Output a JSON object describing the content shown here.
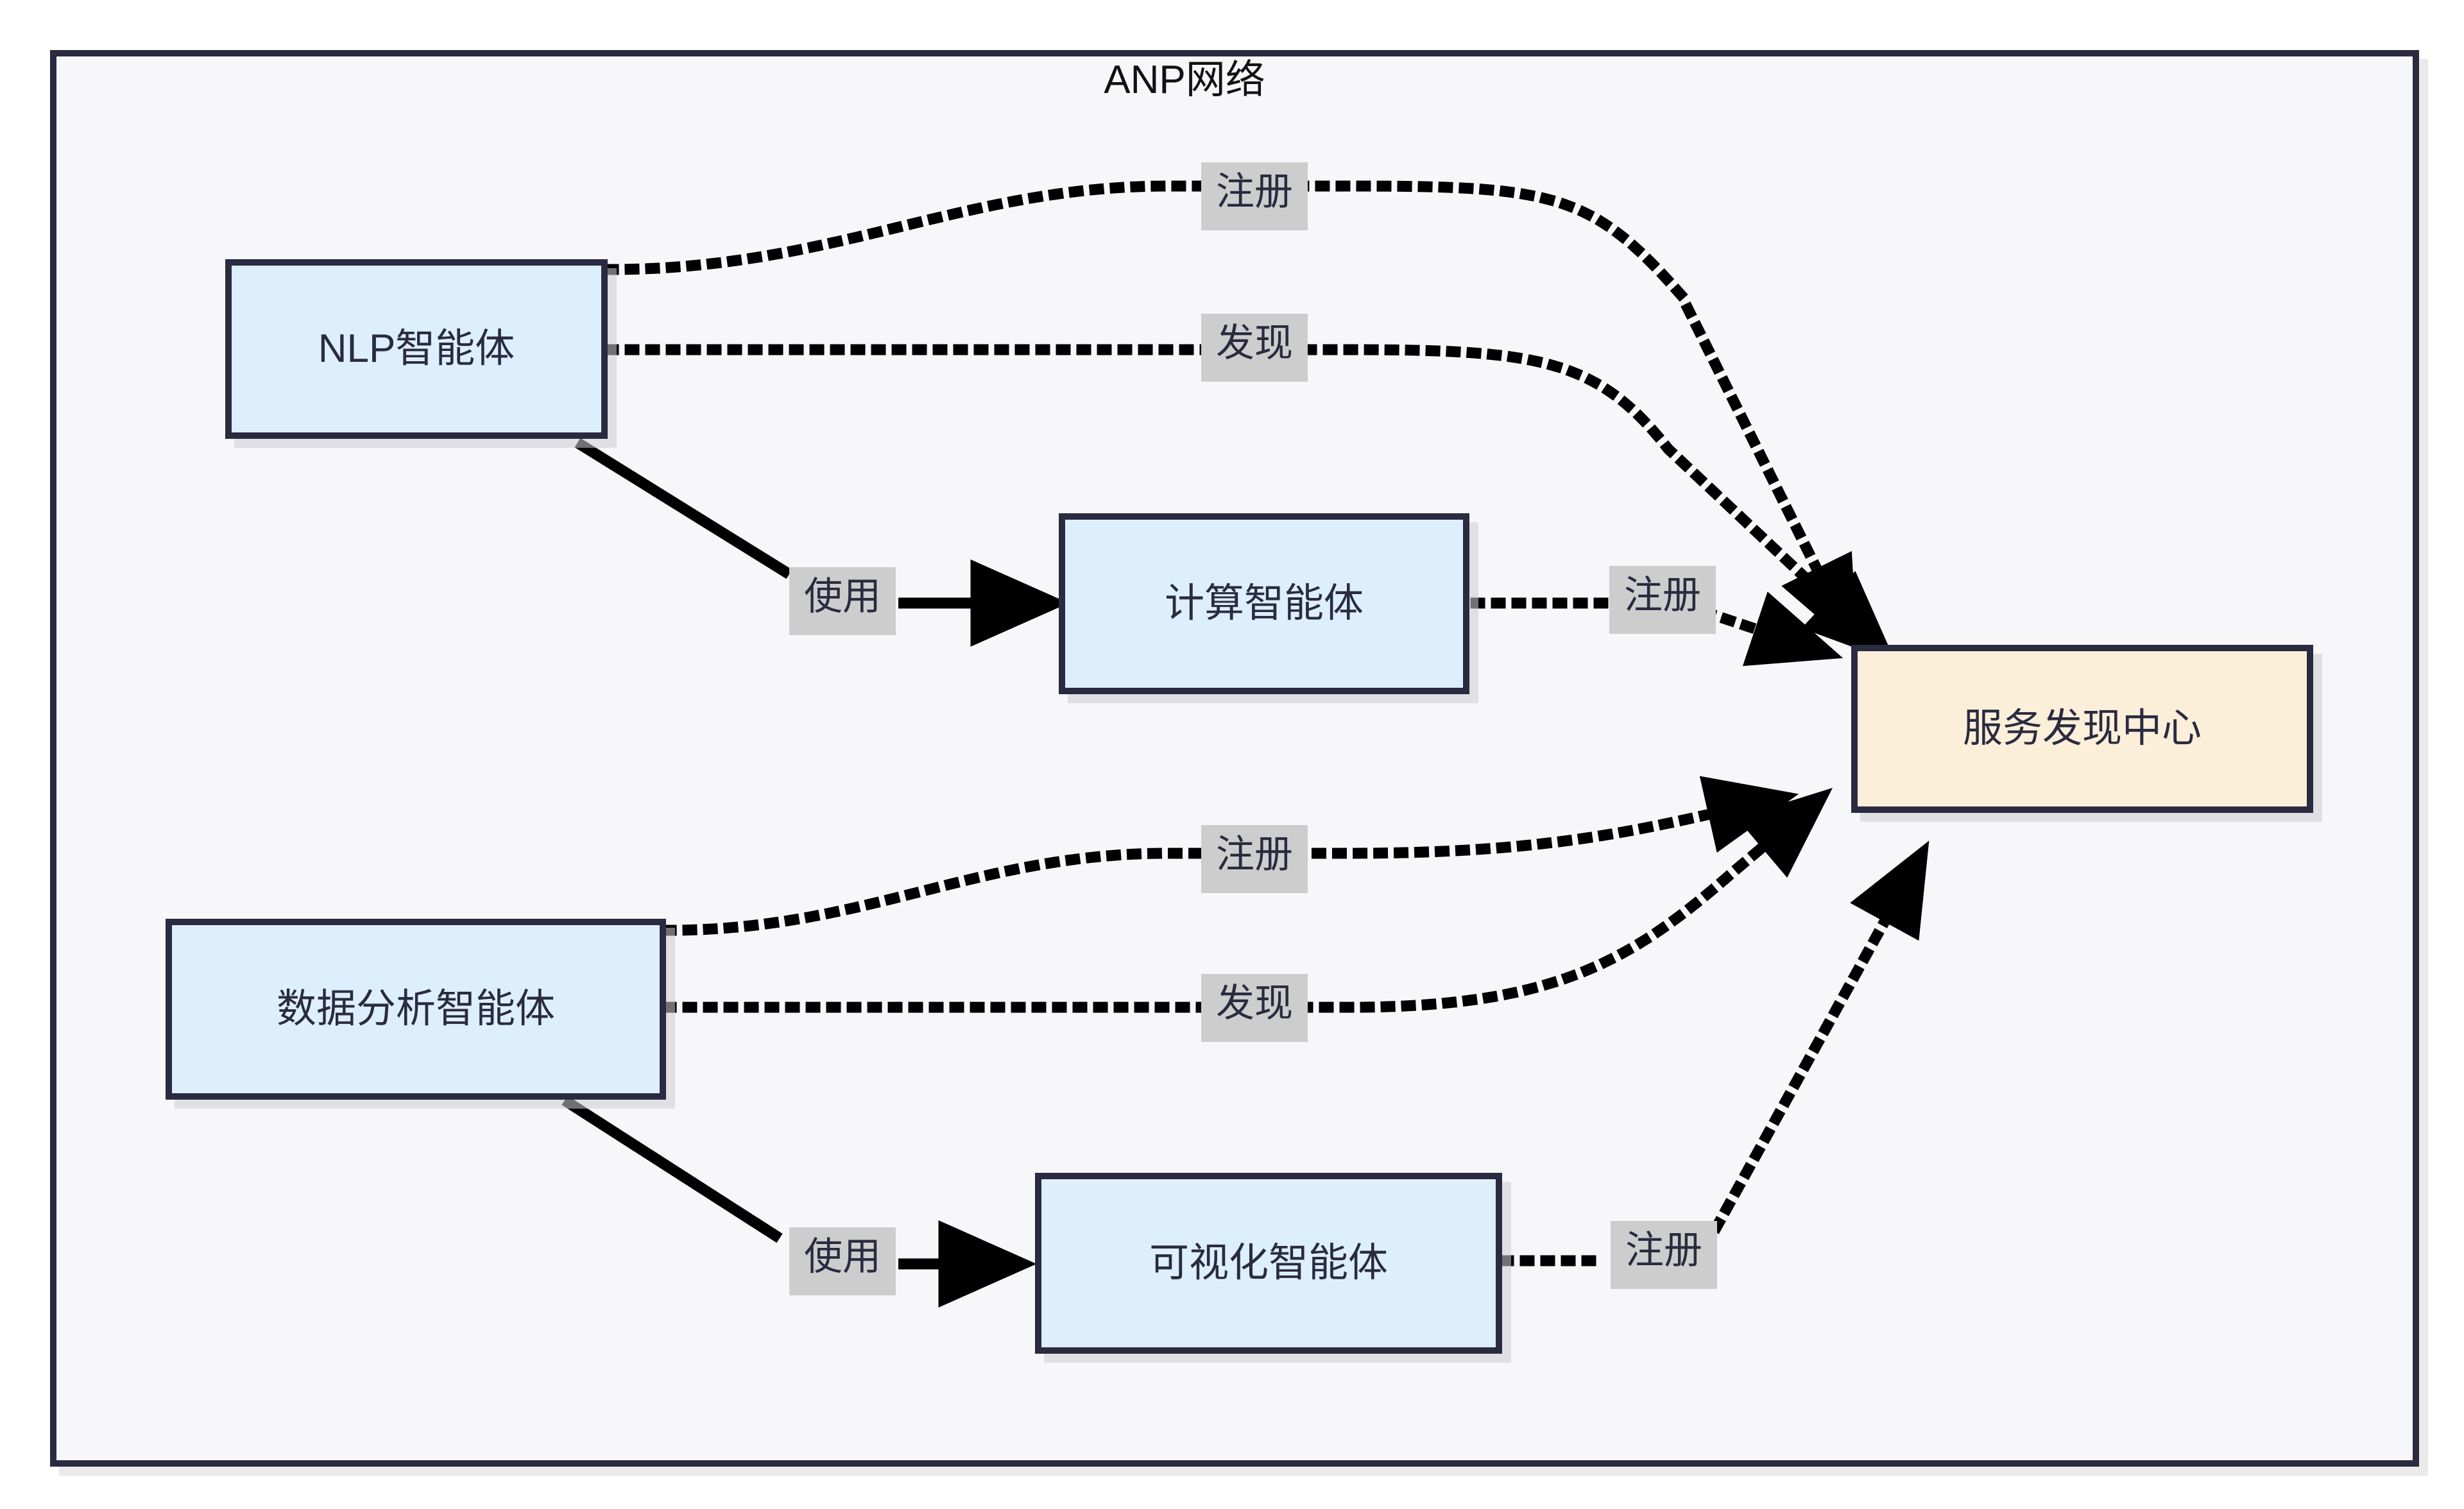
{
  "diagram": {
    "title": "ANP网络",
    "type": "flowchart",
    "colors": {
      "frame_border": "#2a2b40",
      "frame_background": "#f7f7fa",
      "agent_fill": "#ddeffc",
      "registry_fill": "#fcefda",
      "node_border": "#2a2b40",
      "edge_stroke": "#000000",
      "label_background": "#cdcdcd",
      "text": "#2a2b40"
    },
    "nodes": [
      {
        "id": "nlp",
        "label": "NLP智能体",
        "kind": "agent"
      },
      {
        "id": "compute",
        "label": "计算智能体",
        "kind": "agent"
      },
      {
        "id": "analytics",
        "label": "数据分析智能体",
        "kind": "agent"
      },
      {
        "id": "viz",
        "label": "可视化智能体",
        "kind": "agent"
      },
      {
        "id": "registry",
        "label": "服务发现中心",
        "kind": "registry"
      }
    ],
    "edges": [
      {
        "from": "nlp",
        "to": "registry",
        "label": "注册",
        "style": "dotted"
      },
      {
        "from": "nlp",
        "to": "registry",
        "label": "发现",
        "style": "dotted"
      },
      {
        "from": "nlp",
        "to": "compute",
        "label": "使用",
        "style": "solid"
      },
      {
        "from": "compute",
        "to": "registry",
        "label": "注册",
        "style": "dotted"
      },
      {
        "from": "analytics",
        "to": "registry",
        "label": "注册",
        "style": "dotted"
      },
      {
        "from": "analytics",
        "to": "registry",
        "label": "发现",
        "style": "dotted"
      },
      {
        "from": "analytics",
        "to": "viz",
        "label": "使用",
        "style": "solid"
      },
      {
        "from": "viz",
        "to": "registry",
        "label": "注册",
        "style": "dotted"
      }
    ],
    "labels": {
      "nlp_register": "注册",
      "nlp_discover": "发现",
      "nlp_use": "使用",
      "compute_register": "注册",
      "analytics_register": "注册",
      "analytics_discover": "发现",
      "analytics_use": "使用",
      "viz_register": "注册"
    }
  }
}
